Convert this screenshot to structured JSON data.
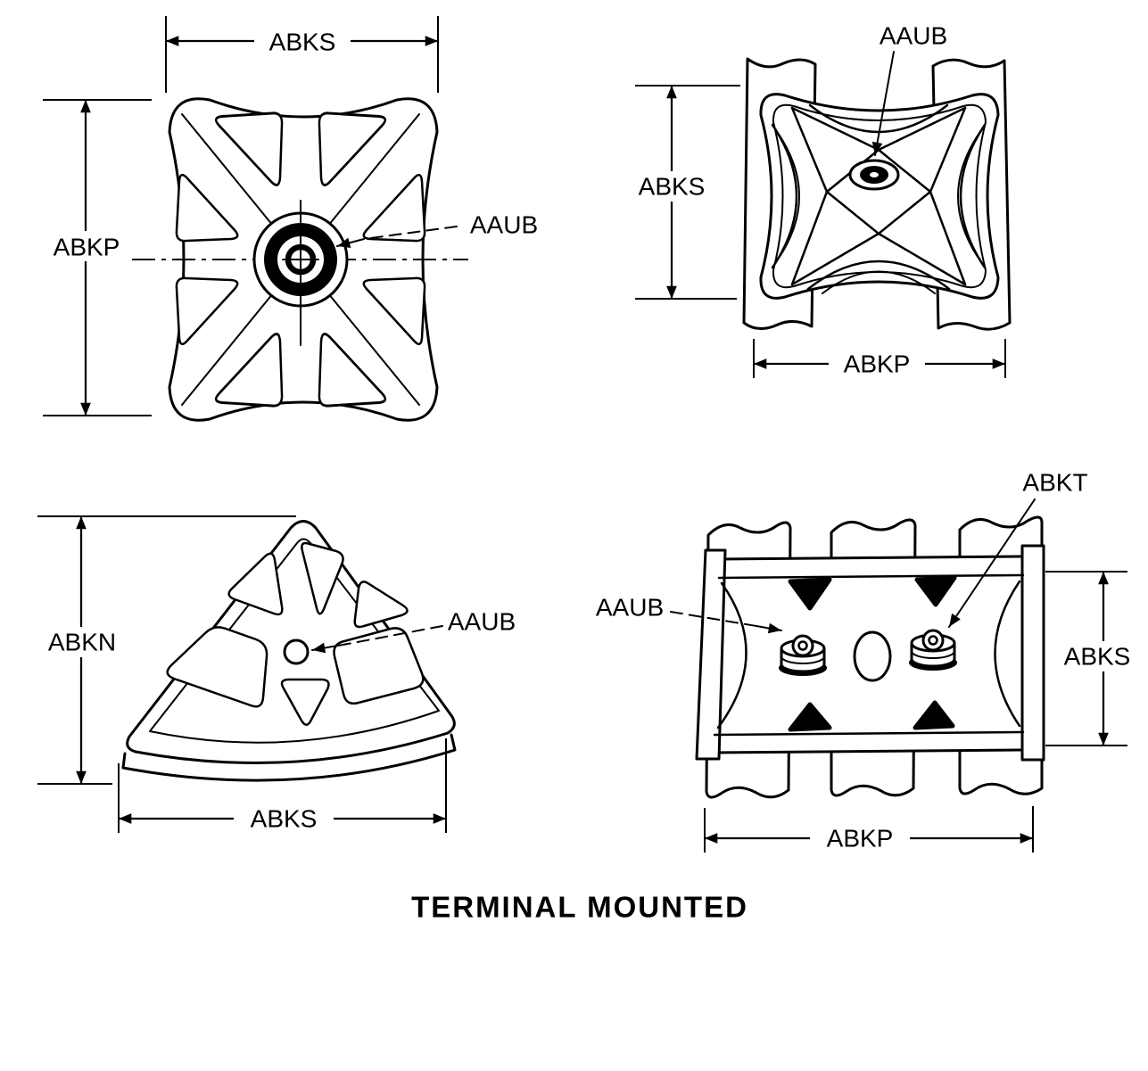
{
  "title": "TERMINAL MOUNTED",
  "views": {
    "front": {
      "width_dim": "ABKS",
      "height_dim": "ABKP",
      "hole_callout": "AAUB"
    },
    "perspective": {
      "height_dim": "ABKS",
      "width_dim": "ABKP",
      "hole_callout": "AAUB"
    },
    "fan": {
      "height_dim": "ABKN",
      "width_dim": "ABKS",
      "hole_callout": "AAUB"
    },
    "terminal_block": {
      "height_dim": "ABKS",
      "width_dim": "ABKP",
      "terminal_callout": "ABKT",
      "stud_callout": "AAUB"
    }
  },
  "colors": {
    "line": "#000000",
    "background": "#ffffff"
  }
}
